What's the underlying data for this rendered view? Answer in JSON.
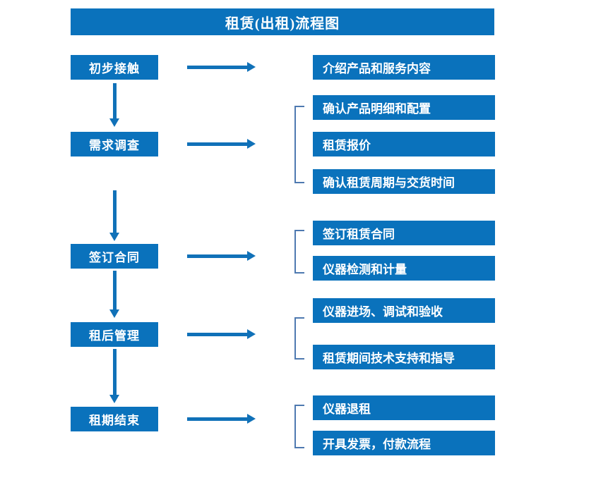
{
  "chart": {
    "type": "flowchart",
    "title": "租赁(出租)流程图",
    "colors": {
      "box_fill": "#0A72BC",
      "box_text": "#FFFFFF",
      "arrow": "#1071B8",
      "bracket": "#4E79B0",
      "background": "#FFFFFF"
    }
  },
  "stages": [
    {
      "id": "stage-1",
      "label": "初步接触",
      "details": [
        "介绍产品和服务内容"
      ],
      "bracket": false,
      "next_arrow": true
    },
    {
      "id": "stage-2",
      "label": "需求调查",
      "details": [
        "确认产品明细和配置",
        "租赁报价",
        "确认租赁周期与交货时间"
      ],
      "bracket": true,
      "next_arrow": true
    },
    {
      "id": "stage-3",
      "label": "签订合同",
      "details": [
        "签订租赁合同",
        "仪器检测和计量"
      ],
      "bracket": true,
      "next_arrow": true
    },
    {
      "id": "stage-4",
      "label": "租后管理",
      "details": [
        "仪器进场、调试和验收",
        "租赁期间技术支持和指导"
      ],
      "bracket": true,
      "next_arrow": true
    },
    {
      "id": "stage-5",
      "label": "租期结束",
      "details": [
        "仪器退租",
        "开具发票，付款流程"
      ],
      "bracket": true,
      "next_arrow": false
    }
  ],
  "detail_boxes_flat": [
    "介绍产品和服务内容",
    "确认产品明细和配置",
    "租赁报价",
    "确认租赁周期与交货时间",
    "签订租赁合同",
    "仪器检测和计量",
    "仪器进场、调试和验收",
    "租赁期间技术支持和指导",
    "仪器退租",
    "开具发票，付款流程"
  ]
}
